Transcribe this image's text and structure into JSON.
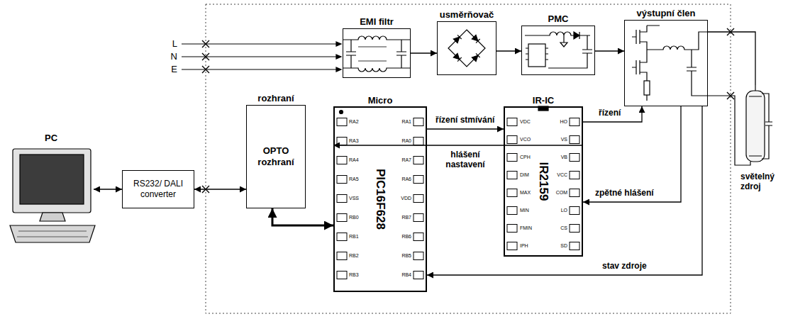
{
  "diagram": {
    "nodes": [
      {
        "text": [
          "PC"
        ]
      },
      {
        "text": [
          "RS232/ DALI converter"
        ]
      },
      {
        "text": [
          "EMI filtr"
        ]
      },
      {
        "text": [
          "usměrňovač"
        ]
      },
      {
        "text": [
          "PMC"
        ]
      },
      {
        "text": [
          "výstupní člen"
        ]
      },
      {
        "text": [
          "rozhraní",
          "OPTO rozhraní"
        ]
      },
      {
        "text": [
          "Micro",
          "PIC16F628"
        ]
      },
      {
        "text": [
          "IR-IC",
          "IR2159"
        ]
      },
      {
        "text": [
          "světelný zdroj"
        ]
      }
    ],
    "edges": [
      {
        "from": 0,
        "to": 1,
        "arrow": "both"
      },
      {
        "from": 1,
        "to": 6,
        "arrow": "both"
      },
      {
        "from": 2,
        "to": 3,
        "arrow": "to"
      },
      {
        "from": 3,
        "to": 4,
        "arrow": "to"
      },
      {
        "from": 4,
        "to": 5,
        "arrow": "to"
      },
      {
        "from": 5,
        "to": 9,
        "arrow": "none"
      },
      {
        "from": 6,
        "to": 7,
        "arrow": "both"
      },
      {
        "from": 7,
        "to": 8,
        "label": "řízení stmívání",
        "arrow": "to"
      },
      {
        "from": 8,
        "to": 7,
        "label": "hlášení nastavení",
        "arrow": "to"
      },
      {
        "from": 8,
        "to": 5,
        "label": "řízení",
        "arrow": "to"
      },
      {
        "from": 5,
        "to": 8,
        "label": "zpětné hlášení",
        "arrow": "to"
      },
      {
        "from": 5,
        "to": 7,
        "label": "stav zdroje",
        "arrow": "to"
      }
    ],
    "labels": [
      "L",
      "N",
      "E",
      "RA2",
      "RA3",
      "RA4",
      "RA5",
      "VSS",
      "RB0",
      "RB1",
      "RB2",
      "RB3",
      "RA1",
      "RA0",
      "RA7",
      "RA6",
      "VDD",
      "RB7",
      "RB6",
      "RB5",
      "RB4",
      "VDC",
      "VCO",
      "CPH",
      "DIM",
      "MAX",
      "MIN",
      "FMIN",
      "IPH",
      "HO",
      "VS",
      "VB",
      "VCC",
      "COM",
      "LO",
      "CS",
      "SD"
    ]
  }
}
